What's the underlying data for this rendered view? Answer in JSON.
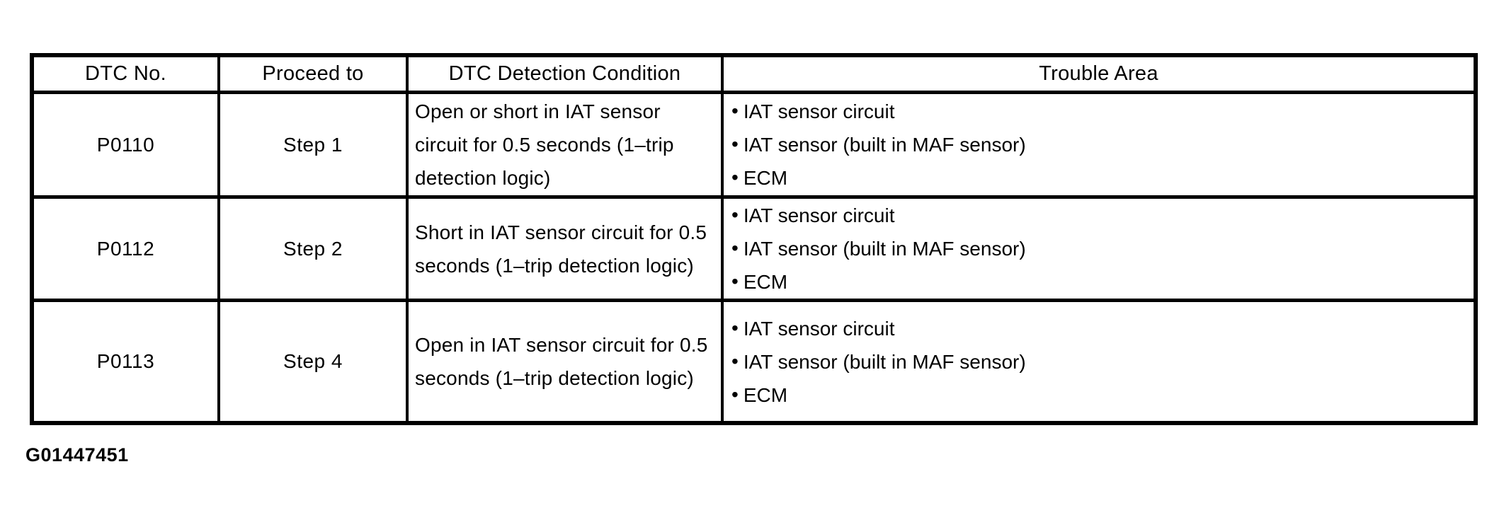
{
  "figure_id": "G01447451",
  "bullet_glyph": "•",
  "table": {
    "headers": [
      "DTC No.",
      "Proceed to",
      "DTC Detection Condition",
      "Trouble Area"
    ],
    "rows": [
      {
        "dtc_no": "P0110",
        "proceed_to": "Step 1",
        "detection_condition": "Open or short in IAT sensor circuit for 0.5 seconds (1–trip detection logic)",
        "trouble_areas": [
          "IAT sensor circuit",
          "IAT sensor (built in MAF sensor)",
          "ECM"
        ]
      },
      {
        "dtc_no": "P0112",
        "proceed_to": "Step 2",
        "detection_condition": "Short in IAT sensor circuit for 0.5 seconds (1–trip detection logic)",
        "trouble_areas": [
          "IAT sensor circuit",
          "IAT sensor (built in MAF sensor)",
          "ECM"
        ]
      },
      {
        "dtc_no": "P0113",
        "proceed_to": "Step 4",
        "detection_condition": "Open in IAT sensor circuit for 0.5 seconds (1–trip detection logic)",
        "trouble_areas": [
          "IAT sensor circuit",
          "IAT sensor (built in MAF sensor)",
          "ECM"
        ]
      }
    ]
  }
}
